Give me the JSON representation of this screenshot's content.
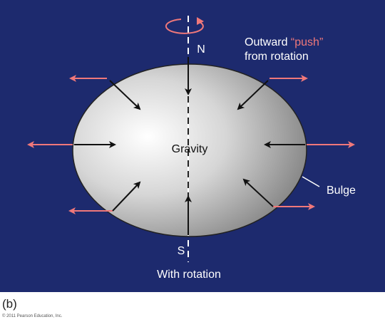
{
  "labels": {
    "north": "N",
    "south": "S",
    "gravity": "Gravity",
    "outward_prefix": "Outward ",
    "outward_push": "“push”",
    "outward_line2": "from rotation",
    "bulge": "Bulge",
    "with_rotation": "With rotation",
    "panel": "(b)",
    "copyright": "© 2011 Pearson Education, Inc."
  },
  "colors": {
    "background": "#1d2a6e",
    "outward_arrow": "#f0787a",
    "gravity_arrow": "#111111",
    "planet_light": "#ffffff",
    "planet_dark": "#808080"
  },
  "icons": {
    "rotation": "rotation-arrow-icon"
  }
}
